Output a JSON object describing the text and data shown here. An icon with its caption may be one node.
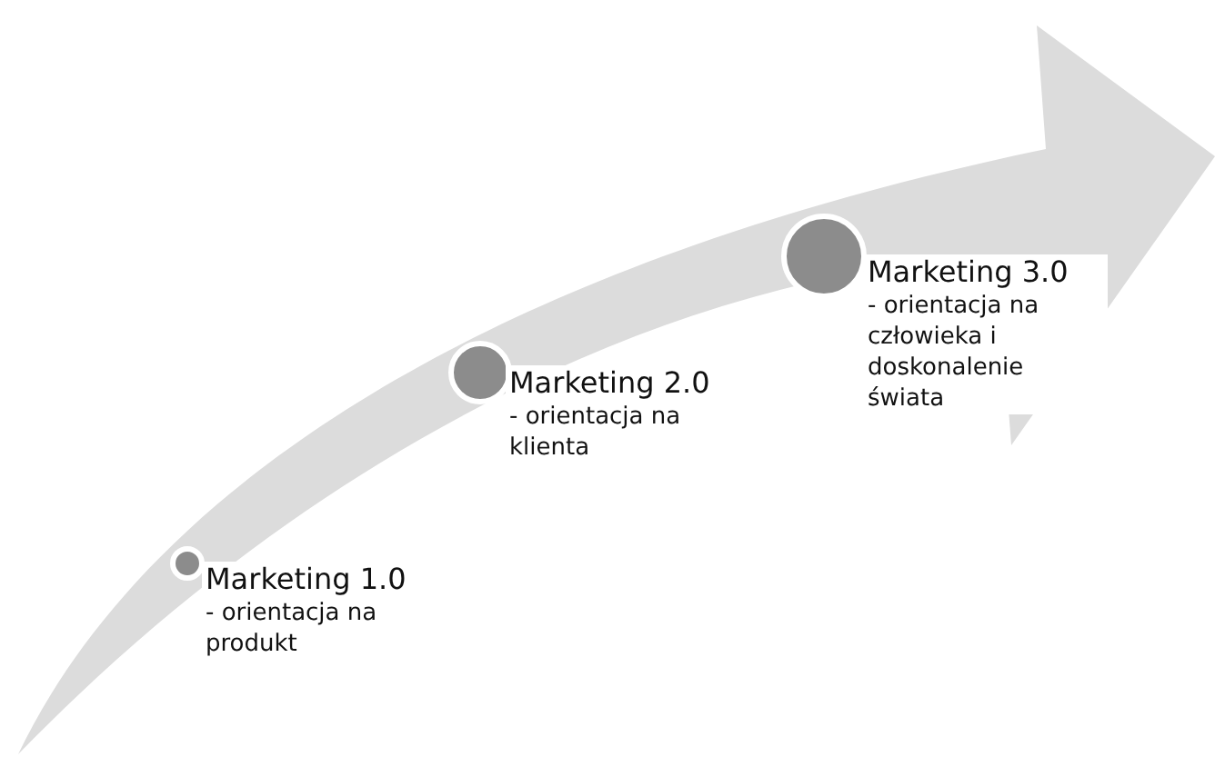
{
  "diagram": {
    "nodes": [
      {
        "text": [
          "Marketing 1.0",
          "- orientacja na produkt"
        ]
      },
      {
        "text": [
          "Marketing 2.0",
          "- orientacja na klienta"
        ]
      },
      {
        "text": [
          "Marketing 3.0",
          "- orientacja na człowieka i doskonalenie świata"
        ]
      }
    ]
  }
}
